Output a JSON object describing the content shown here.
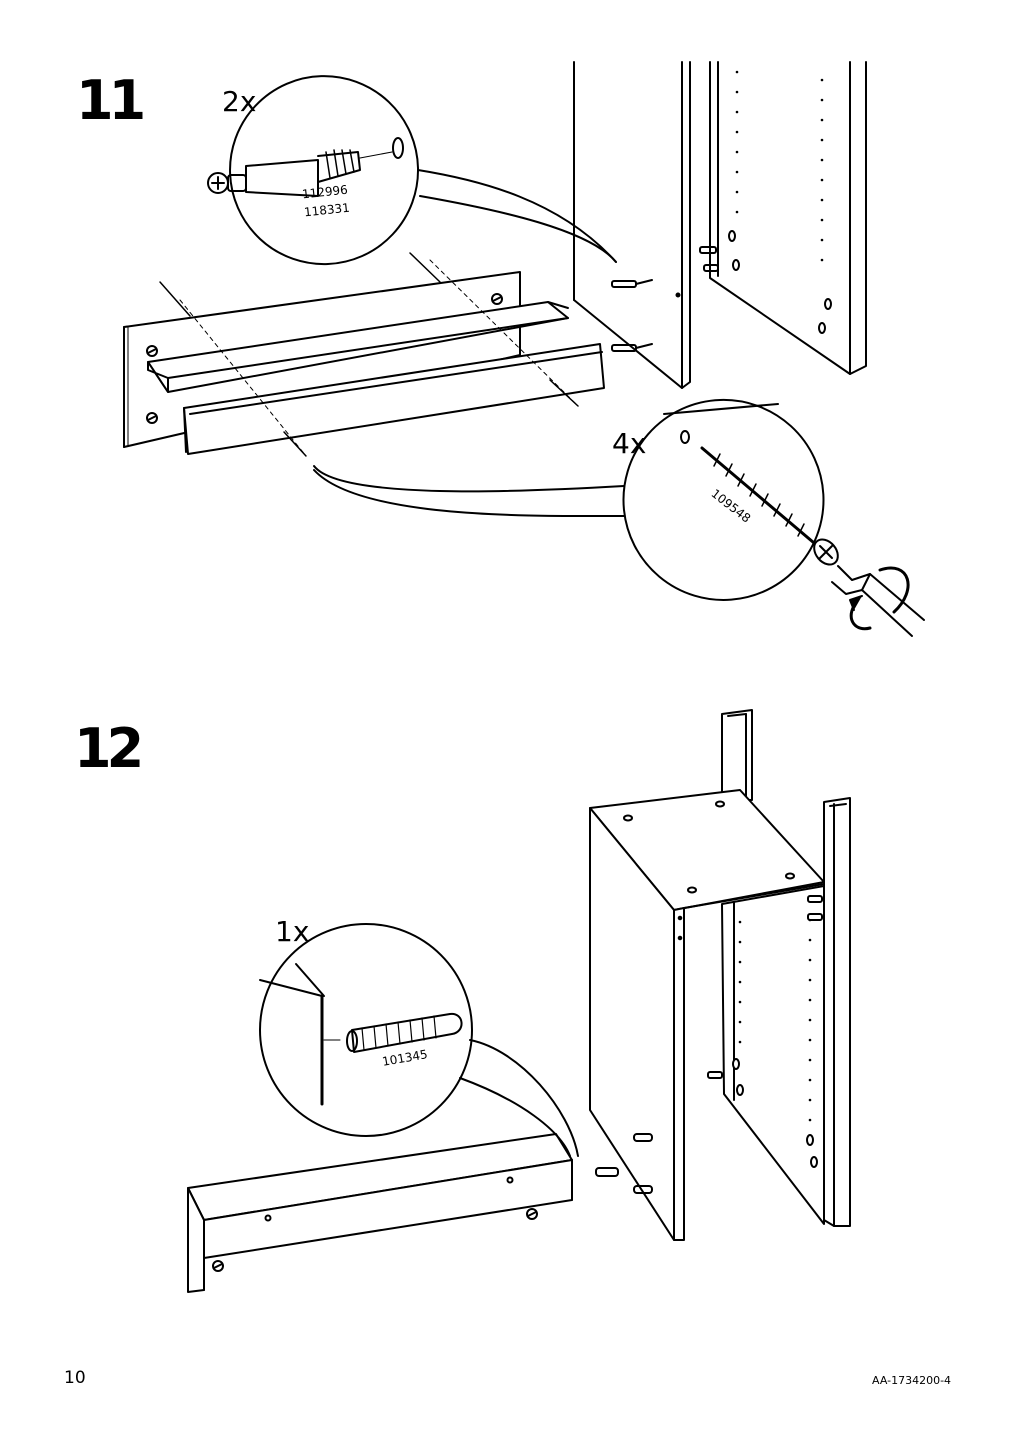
{
  "step11": {
    "number": "11",
    "callout_connector": {
      "quantity": "2x",
      "part_numbers": [
        "112996",
        "118331"
      ]
    },
    "callout_screw": {
      "quantity": "4x",
      "part_number": "109548"
    }
  },
  "step12": {
    "number": "12",
    "callout_dowel": {
      "quantity": "1x",
      "part_number": "101345"
    }
  },
  "footer": {
    "page_number": "10",
    "document_code": "AA-1734200-4"
  }
}
